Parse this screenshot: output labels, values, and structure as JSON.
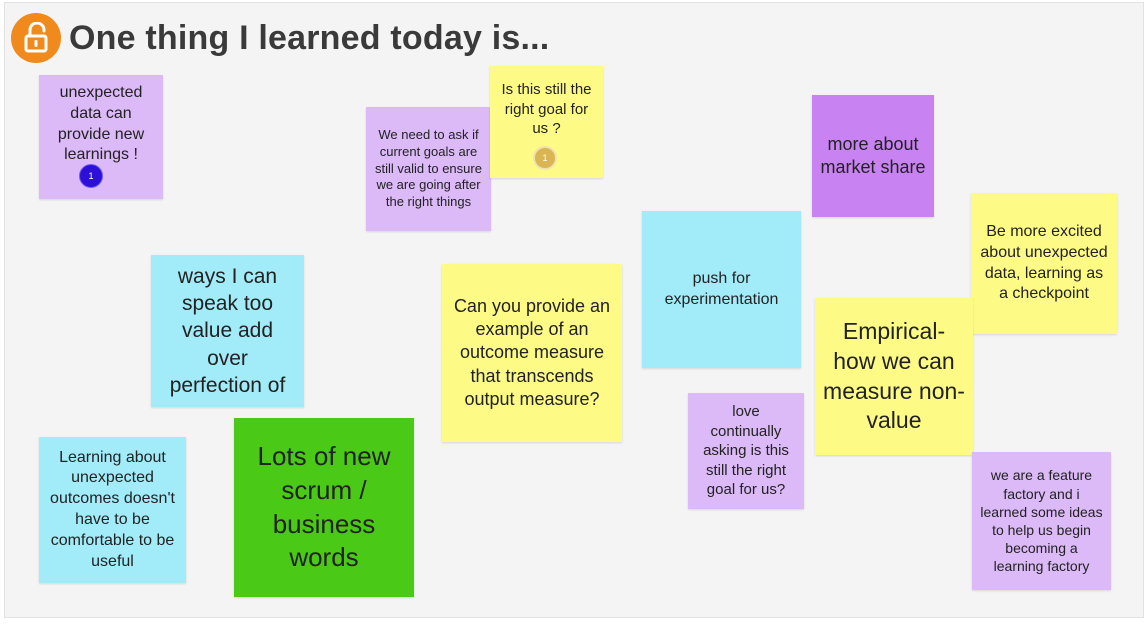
{
  "board": {
    "title": "One thing I learned today is...",
    "accent_color": "#f08a1c",
    "icon": "open-lock-icon"
  },
  "notes": [
    {
      "id": "n1",
      "text": "unexpected data can provide new learnings !",
      "color": "#dcb9f7",
      "votes": "1"
    },
    {
      "id": "n2",
      "text": "We need to ask if current goals are still valid to ensure we are going after the right things",
      "color": "#dcb9f7"
    },
    {
      "id": "n3",
      "text": "Is this still the right goal for us ?",
      "color": "#fdfb86",
      "votes": "1"
    },
    {
      "id": "n4",
      "text": "more about market share",
      "color": "#c882f2"
    },
    {
      "id": "n5",
      "text": "Be more excited about unexpected data, learning as a checkpoint",
      "color": "#fdfb86"
    },
    {
      "id": "n6",
      "text": "ways I can speak too value add over perfection of",
      "color": "#a2ecfa"
    },
    {
      "id": "n7",
      "text": "Can you provide an example of an outcome measure that transcends output measure?",
      "color": "#fdfb86"
    },
    {
      "id": "n8",
      "text": "push for experimentation",
      "color": "#a2ecfa"
    },
    {
      "id": "n9",
      "text": "Empirical- how we can measure non-value",
      "color": "#fdfb86"
    },
    {
      "id": "n10",
      "text": "Learning about unexpected outcomes doesn't have to be comfortable to be useful",
      "color": "#a2ecfa"
    },
    {
      "id": "n11",
      "text": "Lots of new scrum / business words",
      "color": "#4ac916"
    },
    {
      "id": "n12",
      "text": "love continually asking is this still the right goal for us?",
      "color": "#dcb9f7"
    },
    {
      "id": "n13",
      "text": "we are a feature factory and i learned some ideas to help us begin becoming a learning factory",
      "color": "#dcb9f7"
    }
  ]
}
